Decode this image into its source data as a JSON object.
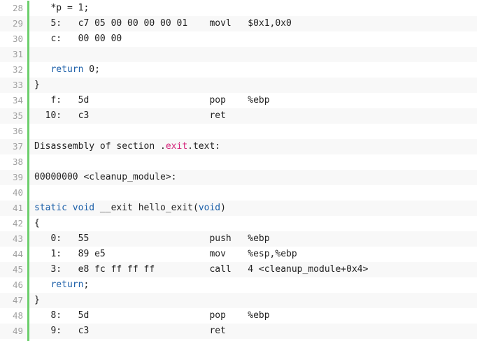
{
  "editor": {
    "accent_color": "#6ccf6c",
    "keyword_color": "#1a5ea8",
    "highlight_color": "#d4237a",
    "lines": [
      {
        "num": "28",
        "segments": [
          {
            "t": "   *p = 1;",
            "c": "plain"
          }
        ]
      },
      {
        "num": "29",
        "segments": [
          {
            "t": "   5:   c7 05 00 00 00 00 01    movl   $0x1,0x0",
            "c": "plain"
          }
        ]
      },
      {
        "num": "30",
        "segments": [
          {
            "t": "   c:   00 00 00",
            "c": "plain"
          }
        ]
      },
      {
        "num": "31",
        "segments": []
      },
      {
        "num": "32",
        "segments": [
          {
            "t": "   ",
            "c": "plain"
          },
          {
            "t": "return",
            "c": "kw"
          },
          {
            "t": " 0;",
            "c": "plain"
          }
        ]
      },
      {
        "num": "33",
        "segments": [
          {
            "t": "}",
            "c": "plain"
          }
        ]
      },
      {
        "num": "34",
        "segments": [
          {
            "t": "   f:   5d                      pop    %ebp",
            "c": "plain"
          }
        ]
      },
      {
        "num": "35",
        "segments": [
          {
            "t": "  10:   c3                      ret",
            "c": "plain"
          }
        ]
      },
      {
        "num": "36",
        "segments": []
      },
      {
        "num": "37",
        "segments": [
          {
            "t": "Disassembly of section .",
            "c": "plain"
          },
          {
            "t": "exit",
            "c": "hl"
          },
          {
            "t": ".text:",
            "c": "plain"
          }
        ]
      },
      {
        "num": "38",
        "segments": []
      },
      {
        "num": "39",
        "segments": [
          {
            "t": "00000000 <cleanup_module>:",
            "c": "plain"
          }
        ]
      },
      {
        "num": "40",
        "segments": []
      },
      {
        "num": "41",
        "segments": [
          {
            "t": "static",
            "c": "kw"
          },
          {
            "t": " ",
            "c": "plain"
          },
          {
            "t": "void",
            "c": "ty"
          },
          {
            "t": " __exit hello_exit(",
            "c": "plain"
          },
          {
            "t": "void",
            "c": "ty"
          },
          {
            "t": ")",
            "c": "plain"
          }
        ]
      },
      {
        "num": "42",
        "segments": [
          {
            "t": "{",
            "c": "plain"
          }
        ]
      },
      {
        "num": "43",
        "segments": [
          {
            "t": "   0:   55                      push   %ebp",
            "c": "plain"
          }
        ]
      },
      {
        "num": "44",
        "segments": [
          {
            "t": "   1:   89 e5                   mov    %esp,%ebp",
            "c": "plain"
          }
        ]
      },
      {
        "num": "45",
        "segments": [
          {
            "t": "   3:   e8 fc ff ff ff          call   4 <cleanup_module+0x4>",
            "c": "plain"
          }
        ]
      },
      {
        "num": "46",
        "segments": [
          {
            "t": "   ",
            "c": "plain"
          },
          {
            "t": "return",
            "c": "kw"
          },
          {
            "t": ";",
            "c": "plain"
          }
        ]
      },
      {
        "num": "47",
        "segments": [
          {
            "t": "}",
            "c": "plain"
          }
        ]
      },
      {
        "num": "48",
        "segments": [
          {
            "t": "   8:   5d                      pop    %ebp",
            "c": "plain"
          }
        ]
      },
      {
        "num": "49",
        "segments": [
          {
            "t": "   9:   c3                      ret",
            "c": "plain"
          }
        ]
      }
    ]
  }
}
